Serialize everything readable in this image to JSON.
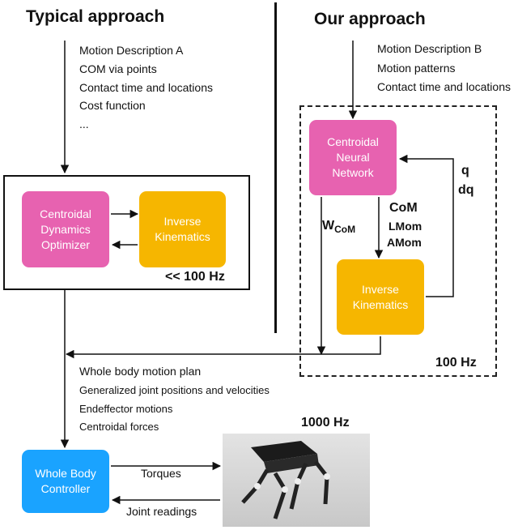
{
  "left": {
    "title": "Typical approach",
    "description": [
      "Motion Description A",
      "COM via points",
      "Contact time and locations",
      "Cost function",
      "..."
    ],
    "optimizer_label": "Centroidal Dynamics Optimizer",
    "ik_label": "Inverse Kinematics",
    "rate": "<< 100 Hz"
  },
  "right": {
    "title": "Our approach",
    "description": [
      "Motion Description B",
      "Motion patterns",
      "Contact time and locations"
    ],
    "cnn_label": "Centroidal Neural Network",
    "ik_label": "Inverse Kinematics",
    "wcom_main": "W",
    "wcom_sub": "CoM",
    "com_labels": [
      "CoM",
      "LMom",
      "AMom"
    ],
    "feedback_labels": [
      "q",
      "dq"
    ],
    "rate": "100 Hz"
  },
  "bottom": {
    "plan_lines": [
      "Whole body motion plan",
      "Generalized joint positions and velocities",
      "Endeffector motions",
      "Centroidal forces"
    ],
    "controller_label": "Whole Body Controller",
    "torques_label": "Torques",
    "readings_label": "Joint readings",
    "robot_rate": "1000 Hz"
  },
  "colors": {
    "pink": "#e762b0",
    "orange": "#f6b600",
    "blue": "#1aa3ff"
  }
}
